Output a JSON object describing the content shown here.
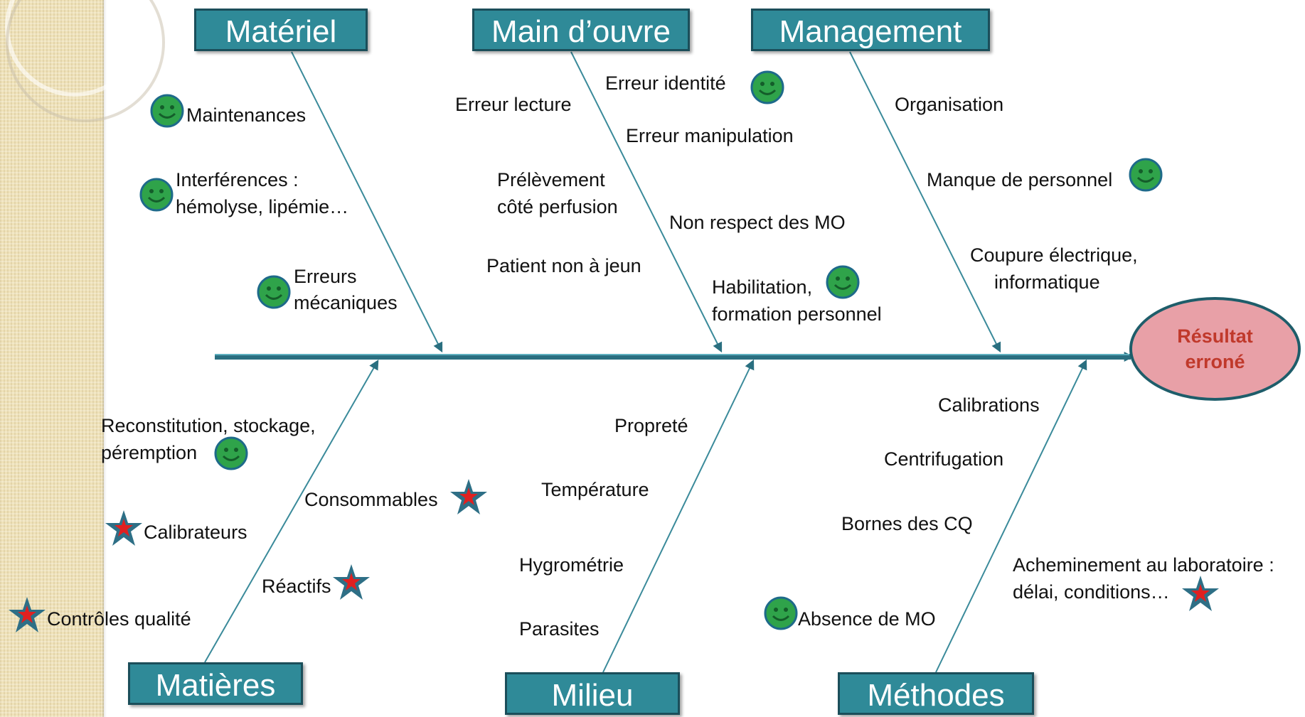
{
  "categories": {
    "materiel": "Matériel",
    "main_oeuvre": "Main d’ouvre",
    "management": "Management",
    "matieres": "Matières",
    "milieu": "Milieu",
    "methodes": "Méthodes"
  },
  "effect": {
    "line1": "Résultat",
    "line2": "erroné"
  },
  "causes": {
    "maintenances": "Maintenances",
    "interferences_1": "Interférences :",
    "interferences_2": "hémolyse, lipémie…",
    "erreurs_mec_1": "Erreurs",
    "erreurs_mec_2": "mécaniques",
    "erreur_lecture": "Erreur lecture",
    "erreur_identite": "Erreur identité",
    "erreur_manipulation": "Erreur manipulation",
    "prelevement_1": "Prélèvement",
    "prelevement_2": "côté perfusion",
    "non_respect": "Non respect des MO",
    "patient": "Patient  non à jeun",
    "habilitation_1": "Habilitation,",
    "habilitation_2": "formation personnel",
    "organisation": "Organisation",
    "manque_personnel": "Manque de personnel",
    "coupure_1": "Coupure électrique,",
    "coupure_2": "informatique",
    "reconstitution_1": "Reconstitution, stockage,",
    "reconstitution_2": "péremption",
    "consommables": "Consommables",
    "calibrateurs": "Calibrateurs",
    "reactifs": "Réactifs",
    "controles": "Contrôles qualité",
    "proprete": "Propreté",
    "temperature": "Température",
    "hygrometrie": "Hygrométrie",
    "parasites": "Parasites",
    "calibrations": "Calibrations",
    "centrifugation": "Centrifugation",
    "bornes": "Bornes des CQ",
    "acheminement_1": "Acheminement au laboratoire :",
    "acheminement_2": "délai, conditions…",
    "absence_mo": "Absence de MO"
  },
  "colors": {
    "category_fill": "#2f8a98",
    "arrow": "#3a8a9a",
    "spine": "#2a6f80",
    "effect_fill": "#e8a0a7",
    "effect_text": "#c0392b",
    "smiley": "#2fa34a",
    "star": "#e02020"
  },
  "icons": [
    "smiley-icon",
    "star-icon"
  ]
}
